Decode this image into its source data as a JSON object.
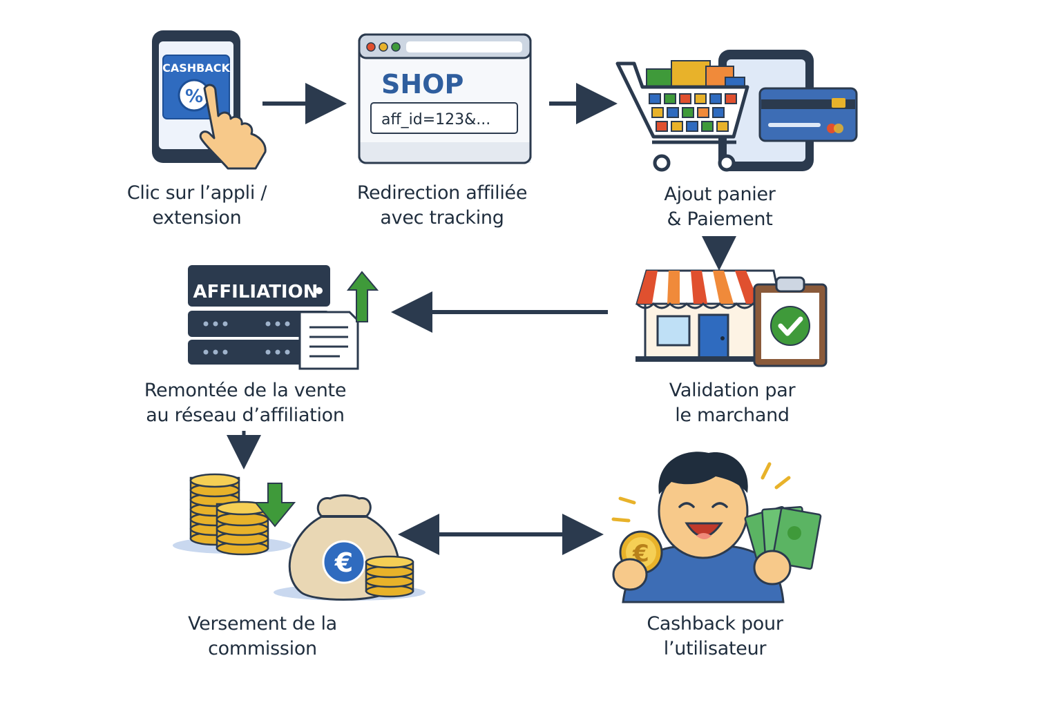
{
  "steps": [
    {
      "line1": "Clic sur l’appli /",
      "line2": "extension",
      "icon": "phone-tap-icon",
      "badge": "CASHBACK",
      "badge_symbol": "%"
    },
    {
      "line1": "Redirection affiliée",
      "line2": "avec tracking",
      "icon": "browser-window-icon",
      "shop_label": "SHOP",
      "url_text": "aff_id=123&..."
    },
    {
      "line1": "Ajout panier",
      "line2": "& Paiement",
      "icon": "shopping-cart-icon"
    },
    {
      "line1": "Validation par",
      "line2": "le marchand",
      "icon": "store-validation-icon"
    },
    {
      "line1": "Remontée de la vente",
      "line2": "au réseau d’affiliation",
      "icon": "affiliation-server-icon",
      "server_label": "AFFILIATION"
    },
    {
      "line1": "Versement de la",
      "line2": "commission",
      "icon": "money-bag-icon",
      "currency": "€"
    },
    {
      "line1": "Cashback pour",
      "line2": "l’utilisateur",
      "icon": "happy-user-icon",
      "currency": "€"
    }
  ],
  "colors": {
    "outline": "#2b3a4e",
    "arrow": "#2b3a4e",
    "blue": "#2f6bbf",
    "light_blue": "#dfe9f7",
    "green": "#3f9a3a",
    "gold": "#e8b22a",
    "red": "#e0502f",
    "orange": "#f08a3a",
    "skin": "#f7c98a"
  }
}
